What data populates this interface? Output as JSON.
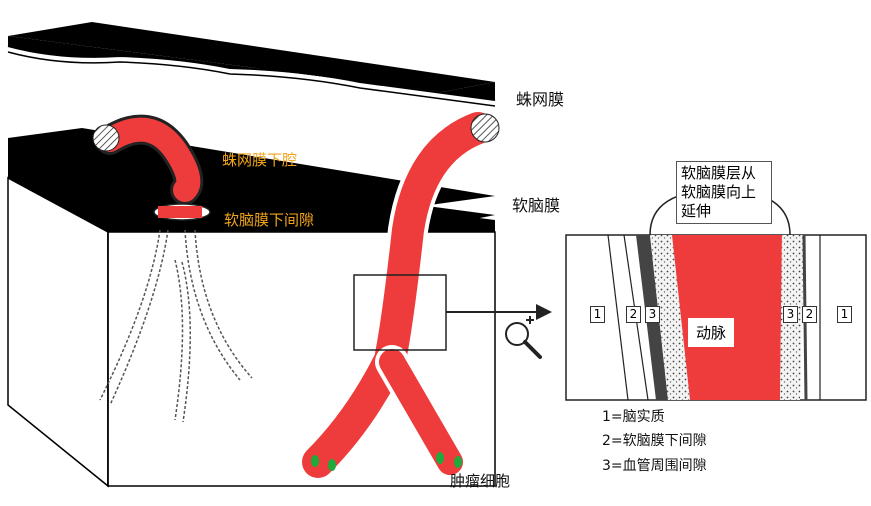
{
  "labels": {
    "arachnoid": "蛛网膜",
    "subarachnoid_space": "蛛网膜下腔",
    "pia_mater": "软脑膜",
    "subpial_space": "软脑膜下间隙",
    "tumor_cells": "肿瘤细胞"
  },
  "zoom": {
    "callout_lines": [
      "软脑膜层从",
      "软脑膜向上",
      "延伸"
    ],
    "artery": "动脉",
    "markers_left": [
      "1",
      "2",
      "3"
    ],
    "markers_right": [
      "3",
      "2",
      "1"
    ]
  },
  "legend": [
    "1=脑实质",
    "2=软脑膜下间隙",
    "3=血管周围间隙"
  ],
  "colors": {
    "vessel_red": "#ee3b3b",
    "label_orange": "#f2a51a",
    "tumor_green": "#1faa3c",
    "membrane_black": "#000000"
  },
  "icons": {
    "zoom": "magnifier-plus-icon"
  }
}
